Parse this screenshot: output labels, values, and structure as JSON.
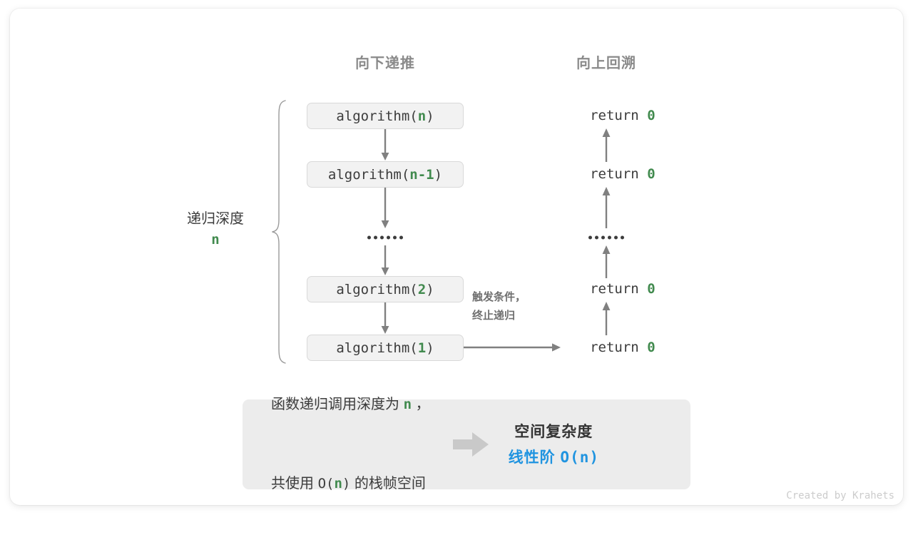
{
  "headers": {
    "down": "向下递推",
    "up": "向上回溯"
  },
  "colors": {
    "accent_green": "#418a4e",
    "accent_blue": "#2094e0",
    "text_dark": "#3c3c3c",
    "text_muted": "#8a8a8a",
    "box_fill": "#f2f2f2",
    "box_border": "#d9d9d9",
    "arrow_gray": "#808080",
    "panel_fill": "#ececec"
  },
  "call_stack": {
    "rows": [
      {
        "prefix": "algorithm(",
        "arg": "n",
        "suffix": ")"
      },
      {
        "prefix": "algorithm(",
        "arg": "n-1",
        "suffix": ")"
      },
      {
        "prefix": "algorithm(",
        "arg": "2",
        "suffix": ")"
      },
      {
        "prefix": "algorithm(",
        "arg": "1",
        "suffix": ")"
      }
    ],
    "ellipsis_dots": 6
  },
  "returns": {
    "rows": [
      {
        "keyword": "return ",
        "value": "0"
      },
      {
        "keyword": "return ",
        "value": "0"
      },
      {
        "keyword": "return ",
        "value": "0"
      },
      {
        "keyword": "return ",
        "value": "0"
      }
    ],
    "ellipsis_dots": 6
  },
  "depth": {
    "title": "递归深度",
    "value": "n"
  },
  "terminate_note": {
    "line1": "触发条件，",
    "line2": "终止递归"
  },
  "summary": {
    "line1_a": "函数递归调用深度为 ",
    "line1_hl": "n",
    "line1_b": " ，",
    "line2_a": "共使用 ",
    "line2_mono_a": "O(",
    "line2_hl": "n",
    "line2_mono_b": ")",
    "line2_b": " 的栈帧空间",
    "result_title": "空间复杂度",
    "result_order": "线性阶 ",
    "result_value": "O(n)"
  },
  "credit": "Created by Krahets"
}
